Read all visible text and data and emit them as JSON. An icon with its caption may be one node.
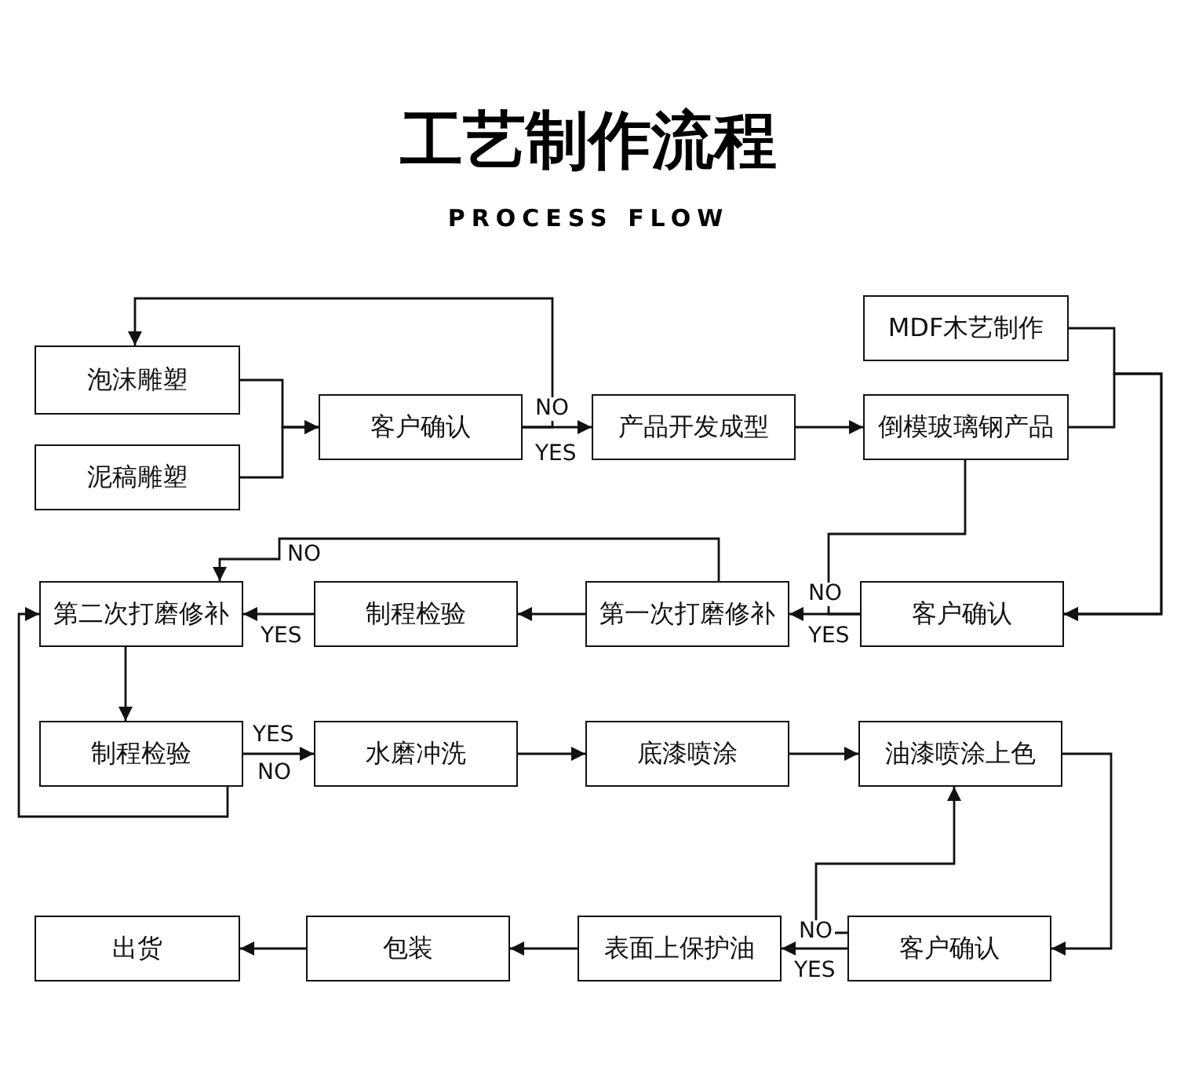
{
  "diagram": {
    "title": "工艺制作流程",
    "nodes": [
      {
        "text": [
          "泡沫雕塑"
        ]
      },
      {
        "text": [
          "泥稿雕塑"
        ]
      },
      {
        "text": [
          "客户确认"
        ]
      },
      {
        "text": [
          "产品开发成型"
        ]
      },
      {
        "text": [
          "MDF木艺制作"
        ]
      },
      {
        "text": [
          "倒模玻璃钢产品"
        ]
      },
      {
        "text": [
          "第二次打磨修补"
        ]
      },
      {
        "text": [
          "制程检验"
        ]
      },
      {
        "text": [
          "第一次打磨修补"
        ]
      },
      {
        "text": [
          "客户确认"
        ]
      },
      {
        "text": [
          "制程检验"
        ]
      },
      {
        "text": [
          "水磨冲洗"
        ]
      },
      {
        "text": [
          "底漆喷涂"
        ]
      },
      {
        "text": [
          "油漆喷涂上色"
        ]
      },
      {
        "text": [
          "出货"
        ]
      },
      {
        "text": [
          "包装"
        ]
      },
      {
        "text": [
          "表面上保护油"
        ]
      },
      {
        "text": [
          "客户确认"
        ]
      }
    ],
    "edges": [
      {
        "from": 0,
        "to": 2,
        "arrow": "to"
      },
      {
        "from": 1,
        "to": 2,
        "arrow": "to"
      },
      {
        "from": 2,
        "to": 3,
        "arrow": "to",
        "label": "YES"
      },
      {
        "from": 2,
        "to": 0,
        "arrow": "to",
        "label": "NO"
      },
      {
        "from": 3,
        "to": 5,
        "arrow": "to"
      },
      {
        "from": 4,
        "to": 9,
        "arrow": "to"
      },
      {
        "from": 5,
        "to": 9,
        "arrow": "to"
      },
      {
        "from": 9,
        "to": 8,
        "arrow": "to",
        "label": "YES"
      },
      {
        "from": 9,
        "to": 5,
        "arrow": "none",
        "label": "NO"
      },
      {
        "from": 8,
        "to": 7,
        "arrow": "to"
      },
      {
        "from": 7,
        "to": 6,
        "arrow": "to",
        "label": "YES"
      },
      {
        "from": 8,
        "to": 6,
        "arrow": "to",
        "label": "NO"
      },
      {
        "from": 6,
        "to": 10,
        "arrow": "to"
      },
      {
        "from": 10,
        "to": 11,
        "arrow": "to",
        "label": "YES"
      },
      {
        "from": 10,
        "to": 6,
        "arrow": "to",
        "label": "NO"
      },
      {
        "from": 11,
        "to": 12,
        "arrow": "to"
      },
      {
        "from": 12,
        "to": 13,
        "arrow": "to"
      },
      {
        "from": 13,
        "to": 17,
        "arrow": "to"
      },
      {
        "from": 17,
        "to": 16,
        "arrow": "to",
        "label": "YES"
      },
      {
        "from": 17,
        "to": 13,
        "arrow": "to",
        "label": "NO"
      },
      {
        "from": 16,
        "to": 15,
        "arrow": "to"
      },
      {
        "from": 15,
        "to": 14,
        "arrow": "to"
      }
    ],
    "labels": [
      "PROCESS FLOW"
    ]
  }
}
